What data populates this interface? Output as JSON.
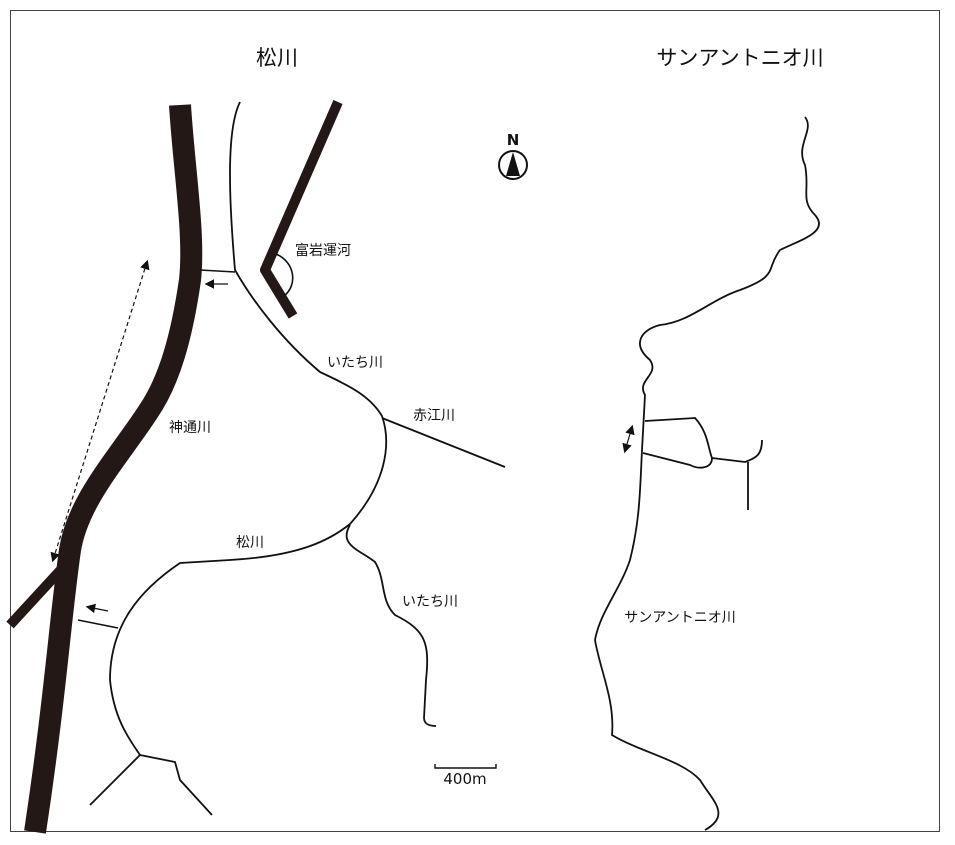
{
  "maps": {
    "left_title": "松川",
    "right_title": "サンアントニオ川"
  },
  "labels": {
    "toiwa_canal": "富岩運河",
    "itachi_upper": "いたち川",
    "akae": "赤江川",
    "jinzu": "神通川",
    "matsu": "松川",
    "itachi_lower": "いたち川",
    "san_antonio": "サンアントニオ川"
  },
  "compass": {
    "north": "N"
  },
  "scale": {
    "label": "400m"
  },
  "colors": {
    "river": "#231815",
    "line": "#111111",
    "frame": "#444444"
  }
}
